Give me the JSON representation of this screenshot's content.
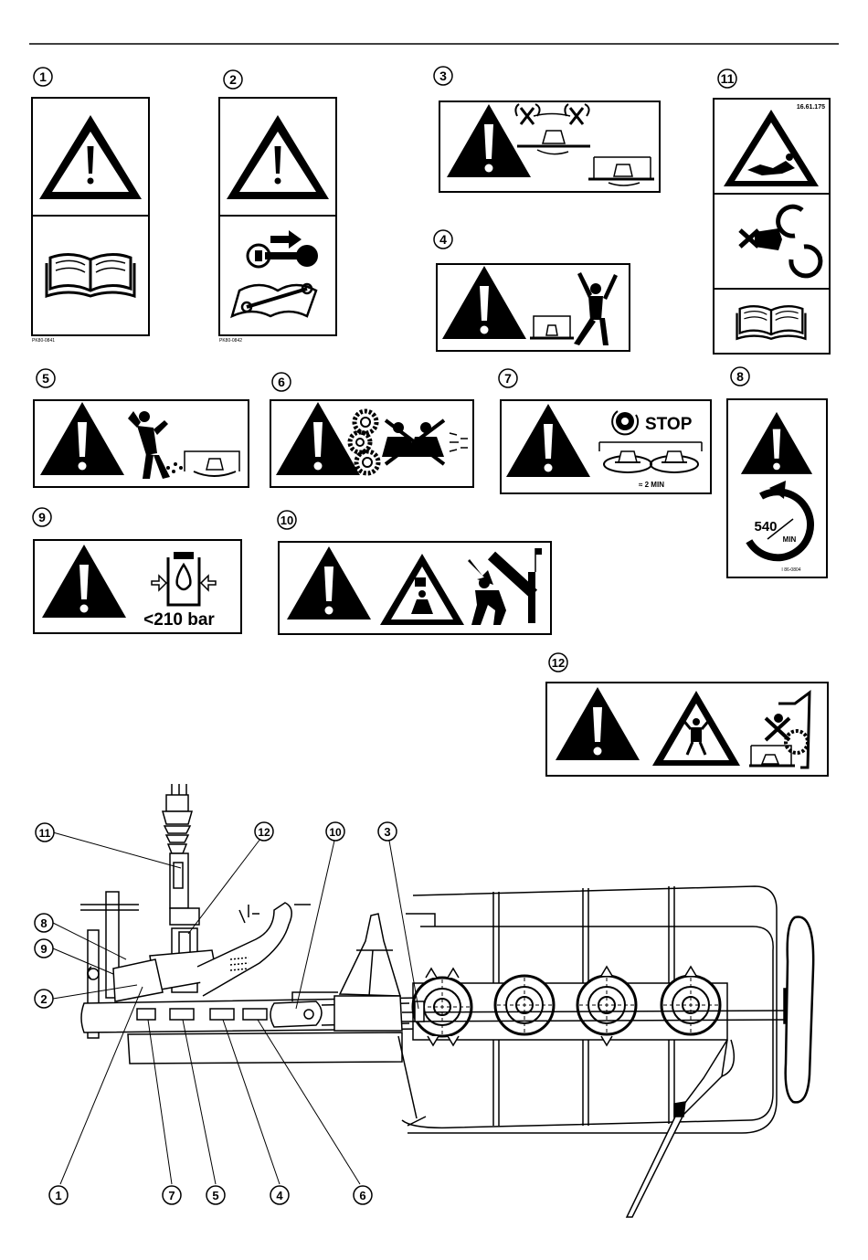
{
  "labels": {
    "l1": "1",
    "l2": "2",
    "l3": "3",
    "l4": "4",
    "l5": "5",
    "l6": "6",
    "l7": "7",
    "l8": "8",
    "l9": "9",
    "l10": "10",
    "l11": "11",
    "l12": "12"
  },
  "decals": {
    "d1_code": "PK80-0841",
    "d2_code": "PK80-0842",
    "d7_stop": "STOP",
    "d7_time": "≈ 2 MIN",
    "d8_speed": "540",
    "d8_unit": "MIN",
    "d8_code": "I   86-0804",
    "d9_pressure": "<210 bar",
    "d11_code": "16.61.175"
  },
  "callouts": {
    "c11": "11",
    "c12": "12",
    "c10": "10",
    "c3": "3",
    "c8": "8",
    "c9": "9",
    "c2": "2",
    "c1": "1",
    "c7": "7",
    "c5": "5",
    "c4": "4",
    "c6": "6"
  }
}
